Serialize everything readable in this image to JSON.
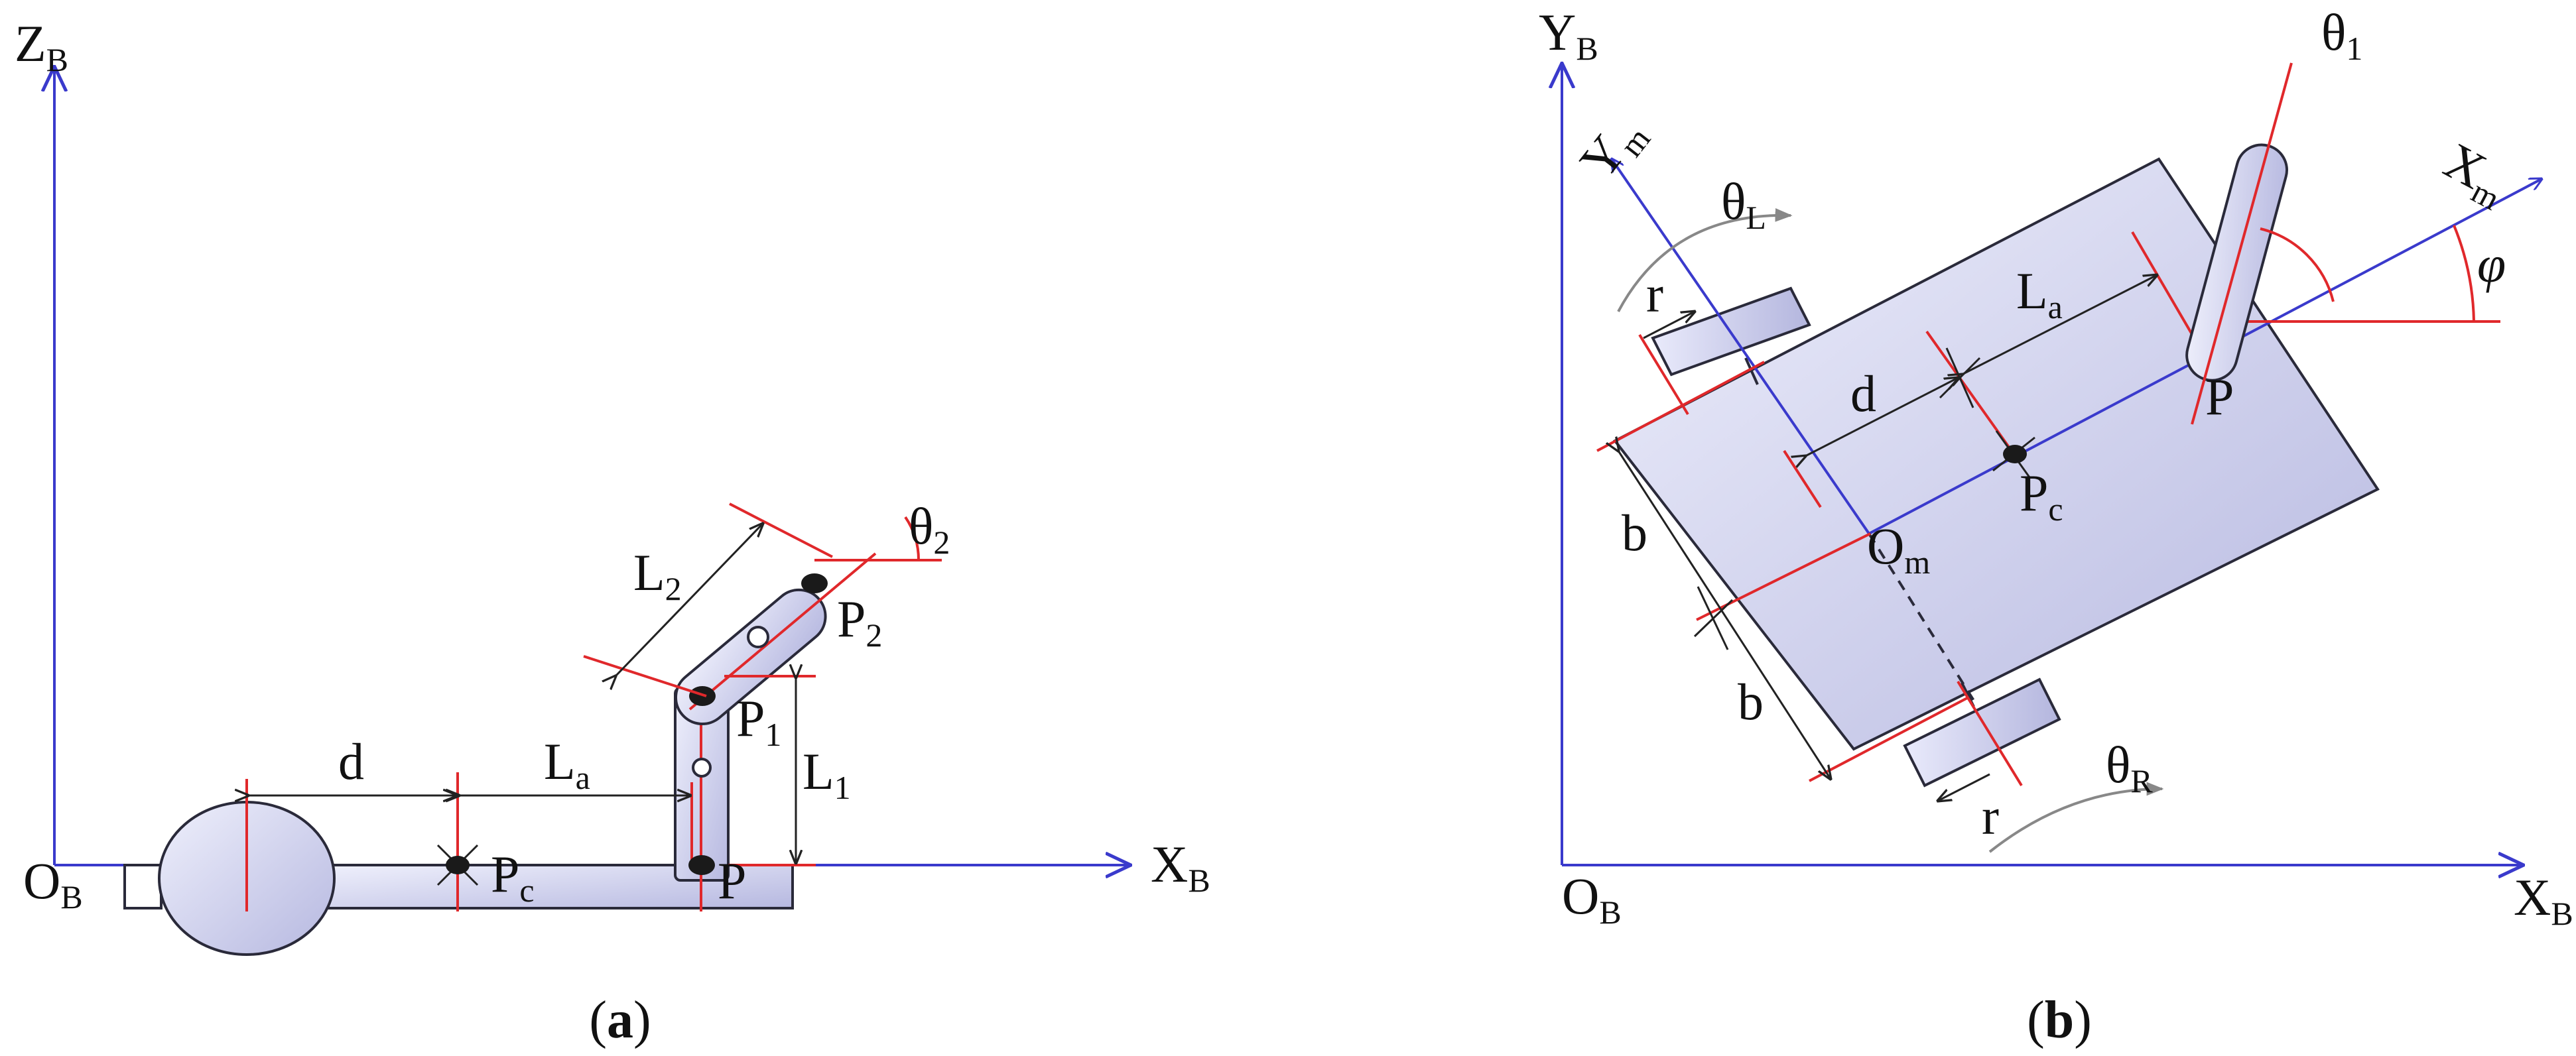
{
  "colors": {
    "axis": "#3a3acc",
    "construction": "#e0282b",
    "body_fill_light": "#eceefb",
    "body_fill_dark": "#b9bbe2",
    "outline": "#2a2a3a",
    "joint": "#1a1a1a"
  },
  "panel_a": {
    "caption": {
      "open": "(",
      "letter": "a",
      "close": ")"
    },
    "axis_z": {
      "main": "Z",
      "sub": "B"
    },
    "axis_x": {
      "main": "X",
      "sub": "B"
    },
    "origin": {
      "main": "O",
      "sub": "B"
    },
    "dim_d": "d",
    "dim_La": {
      "main": "L",
      "sub": "a"
    },
    "dim_L1": {
      "main": "L",
      "sub": "1"
    },
    "dim_L2": {
      "main": "L",
      "sub": "2"
    },
    "angle_theta2": {
      "main": "θ",
      "sub": "2"
    },
    "point_Pc": {
      "main": "P",
      "sub": "c"
    },
    "point_P": "P",
    "point_P1": {
      "main": "P",
      "sub": "1"
    },
    "point_P2": {
      "main": "P",
      "sub": "2"
    }
  },
  "panel_b": {
    "caption": {
      "open": "(",
      "letter": "b",
      "close": ")"
    },
    "axis_yb": {
      "main": "Y",
      "sub": "B"
    },
    "axis_xb": {
      "main": "X",
      "sub": "B"
    },
    "origin": {
      "main": "O",
      "sub": "B"
    },
    "axis_ym": {
      "main": "Y",
      "sub": "m"
    },
    "axis_xm": {
      "main": "X",
      "sub": "m"
    },
    "origin_m": {
      "main": "O",
      "sub": "m"
    },
    "angle_theta1": {
      "main": "θ",
      "sub": "1"
    },
    "angle_thetaL": {
      "main": "θ",
      "sub": "L"
    },
    "angle_thetaR": {
      "main": "θ",
      "sub": "R"
    },
    "angle_phi": "φ",
    "dim_r_top": "r",
    "dim_r_bottom": "r",
    "dim_d": "d",
    "dim_La": {
      "main": "L",
      "sub": "a"
    },
    "dim_b_upper": "b",
    "dim_b_lower": "b",
    "point_Pc": {
      "main": "P",
      "sub": "c"
    },
    "point_P": "P"
  }
}
